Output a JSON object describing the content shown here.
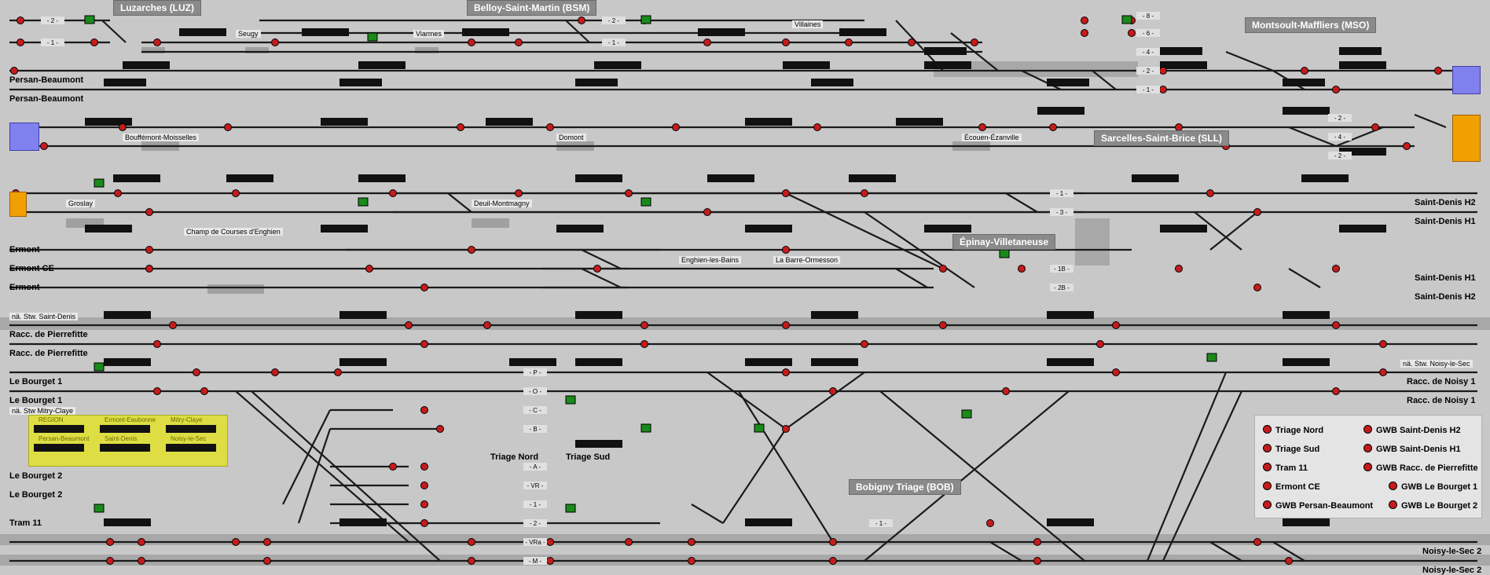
{
  "stations": [
    {
      "id": "luz",
      "name": "Luzarches (LUZ)"
    },
    {
      "id": "bsm",
      "name": "Belloy-Saint-Martin (BSM)"
    },
    {
      "id": "mso",
      "name": "Montsoult-Maffliers (MSO)"
    },
    {
      "id": "sll",
      "name": "Sarcelles-Saint-Brice (SLL)"
    },
    {
      "id": "epi",
      "name": "Épinay-Villetaneuse"
    },
    {
      "id": "bob",
      "name": "Bobigny Triage (BOB)"
    }
  ],
  "stop_labels": [
    "Seugy",
    "Viarmes",
    "Villaines",
    "Bouffémont-Moisselles",
    "Domont",
    "Écouen-Ézanville",
    "Groslay",
    "Deuil-Montmagny",
    "Champ de Courses d'Enghien",
    "Enghien-les-Bains",
    "La Barre-Ormesson",
    "nä. Stw. Saint-Denis",
    "nä. Stw Mitry-Claye",
    "nä. Stw. Noisy-le-Sec"
  ],
  "terminals": [
    "Persan-Beaumont",
    "Persan-Beaumont",
    "Saint-Denis H2",
    "Saint-Denis H1",
    "Ermont",
    "Ermont CE",
    "Ermont",
    "Saint-Denis H1",
    "Saint-Denis H2",
    "Racc. de Pierrefitte",
    "Racc. de Pierrefitte",
    "Le Bourget 1",
    "Le Bourget 1",
    "Racc. de Noisy 1",
    "Racc. de Noisy 1",
    "Triage Nord",
    "Triage Sud",
    "Le Bourget 2",
    "Le Bourget 2",
    "Tram 11",
    "Noisy-le-Sec 2",
    "Noisy-le-Sec 2"
  ],
  "track_numbers": [
    "- 2 -",
    "- 1 -",
    "- 2 -",
    "- 1 -",
    "- 8 -",
    "- 6 -",
    "- 4 -",
    "- 2 -",
    "- 1 -",
    "- 2 -",
    "- 4 -",
    "- 2 -",
    "- 1 -",
    "- 3 -",
    "- 1B -",
    "- 2B -",
    "- P -",
    "- O -",
    "- C -",
    "- B -",
    "- A -",
    "- VR -",
    "- 1 -",
    "- 2 -",
    "- VRa -",
    "- M -",
    "- 1 -"
  ],
  "region_box": {
    "title": "REGION",
    "items": [
      "Ermont-Eaubonne",
      "Mitry-Claye",
      "Persan-Beaumont",
      "Saint-Denis",
      "Noisy-le-Sec"
    ]
  },
  "legend": [
    "Triage Nord",
    "GWB Saint-Denis H2",
    "Triage Sud",
    "GWB Saint-Denis H1",
    "Tram 11",
    "GWB Racc. de Pierrefitte",
    "Ermont CE",
    "GWB Le Bourget 1",
    "GWB Persan-Beaumont",
    "GWB Le Bourget 2"
  ],
  "colors": {
    "background": "#c8c8c8",
    "track": "#1a1a1a",
    "signal_red": "#c41c1c",
    "signal_green": "#1a8a1a",
    "panel_dark": "#111111",
    "station_box": "#8a8a8a",
    "legend_bg": "#e4e4e4",
    "region_yellow": "#dede44",
    "highlight_blue": "#8080ee",
    "highlight_orange": "#f0a000"
  }
}
